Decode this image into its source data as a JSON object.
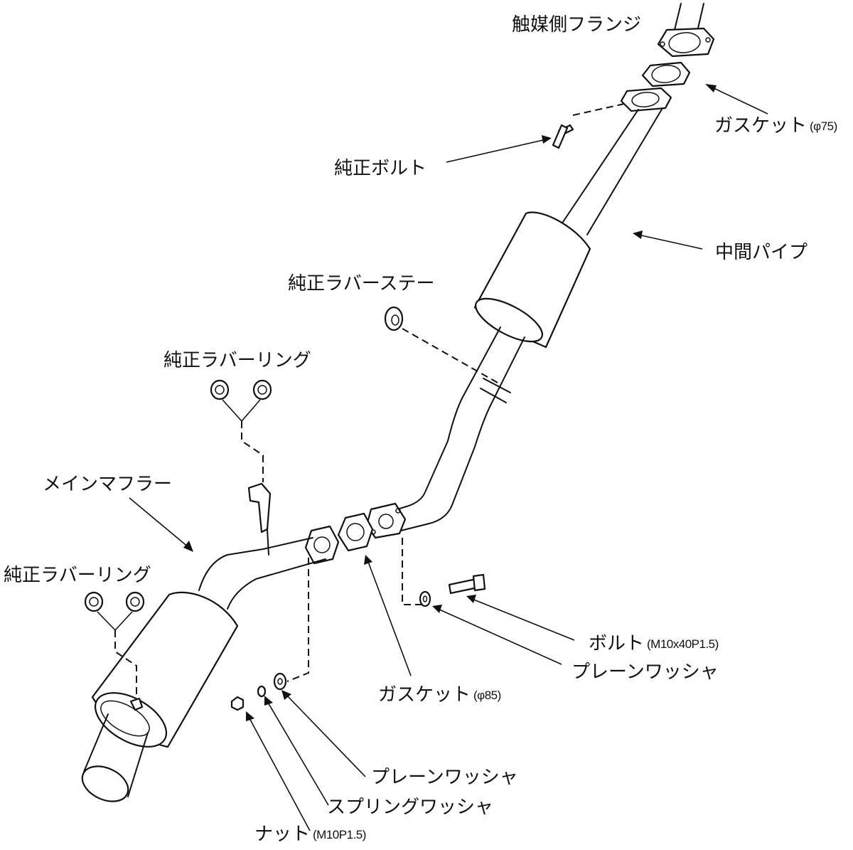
{
  "labels": {
    "catalyst_flange": "触媒側フランジ",
    "gasket_top": "ガスケット",
    "gasket_top_spec": "(φ75)",
    "oem_bolt": "純正ボルト",
    "center_pipe": "中間パイプ",
    "oem_rubber_stay": "純正ラバーステー",
    "oem_rubber_ring_upper": "純正ラバーリング",
    "main_muffler": "メインマフラー",
    "oem_rubber_ring_lower": "純正ラバーリング",
    "bolt": "ボルト",
    "bolt_spec": "(M10x40P1.5)",
    "plain_washer_right": "プレーンワッシャ",
    "gasket_bottom": "ガスケット",
    "gasket_bottom_spec": "(φ85)",
    "plain_washer_bottom": "プレーンワッシャ",
    "spring_washer": "スプリングワッシャ",
    "nut": "ナット",
    "nut_spec": "(M10P1.5)"
  }
}
